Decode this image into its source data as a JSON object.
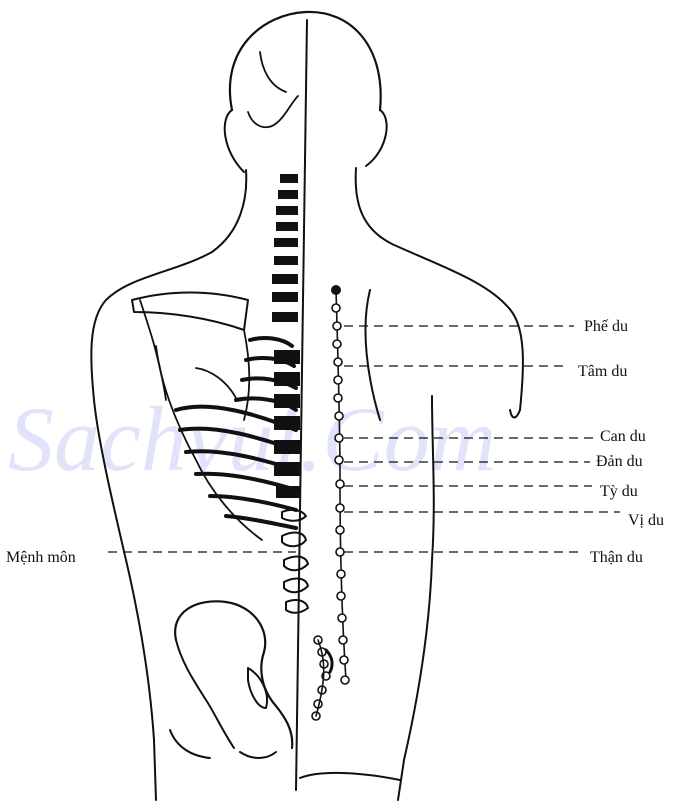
{
  "watermark": "Sachvui.Com",
  "labels": {
    "phe_du": "Phế du",
    "tam_du": "Tâm du",
    "can_du": "Can du",
    "dam_du": "Đản du",
    "ty_du": "Tỳ du",
    "vi_du": "Vị du",
    "than_du": "Thận du",
    "menh_mon": "Mệnh môn"
  },
  "colors": {
    "ink": "#111111",
    "watermark": "#c9ccf5",
    "background": "#ffffff"
  }
}
